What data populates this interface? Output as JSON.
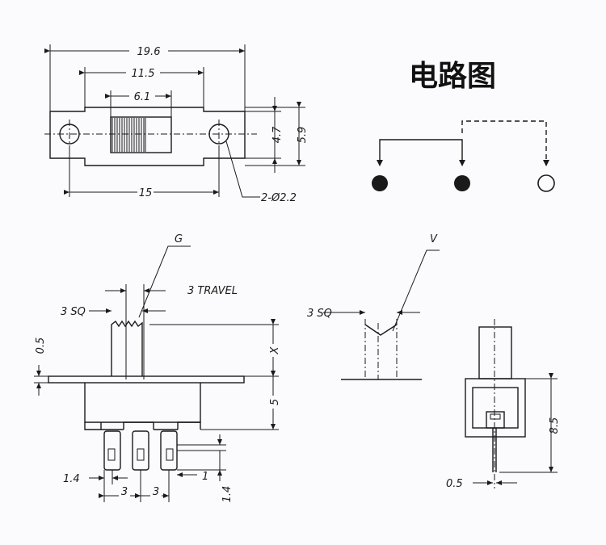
{
  "schematic": {
    "title": "电路图"
  },
  "top_view": {
    "overall_width": "19.6",
    "hole_pitch_outer": "11.5",
    "slider_width": "6.1",
    "hole_pitch": "15",
    "height_inner": "4.7",
    "height_outer": "5.9",
    "holes": "2-Ø2.2"
  },
  "side_view": {
    "g_label": "G",
    "travel": "3 TRAVEL",
    "actuator_sq": "3 SQ",
    "plate_thk": "0.5",
    "actuator_h": "X",
    "body_h": "5",
    "pin_w": "1.4",
    "pitch_a": "3",
    "pitch_b": "3",
    "pin_t": "1",
    "pin_len": "1.4"
  },
  "v_view": {
    "v_label": "V",
    "actuator_sq": "3 SQ"
  },
  "end_view": {
    "total_h": "8.5",
    "pin_thk": "0.5"
  }
}
